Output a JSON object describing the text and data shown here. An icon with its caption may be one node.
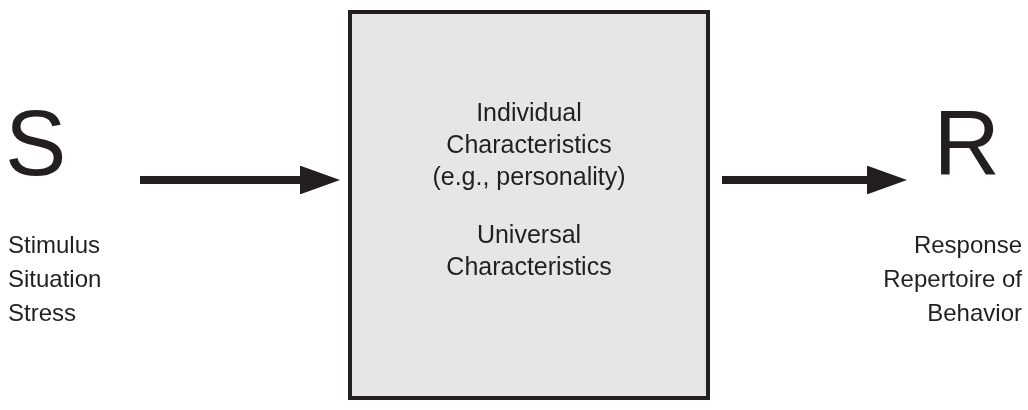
{
  "diagram": {
    "nodes": [
      {
        "text": [
          "S"
        ],
        "beside": [
          "Stimulus",
          "Situation",
          "Stress"
        ]
      },
      {
        "text": [
          "Individual Characteristics (e.g., personality)",
          "Universal Characteristics"
        ]
      },
      {
        "text": [
          "R"
        ],
        "beside": [
          "Response",
          "Repertoire of Behavior"
        ]
      }
    ],
    "edges": [
      {
        "from": 0,
        "to": 1,
        "arrow": "to"
      },
      {
        "from": 1,
        "to": 2,
        "arrow": "to"
      }
    ]
  }
}
